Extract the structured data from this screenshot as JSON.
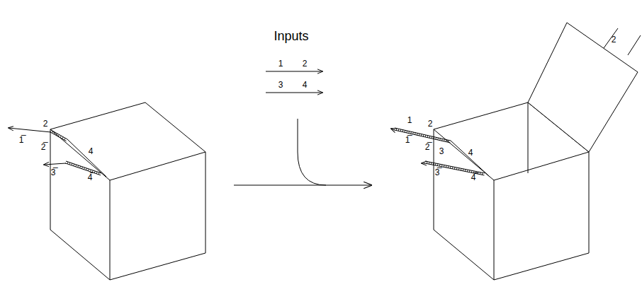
{
  "diagram": {
    "labels": [
      "Inputs",
      "1",
      "2",
      "3",
      "4",
      "2",
      "1̅",
      "2̅",
      "4",
      "3̅",
      "4̅",
      "1",
      "2",
      "1̅",
      "2̅",
      "3",
      "4",
      "3̅",
      "4̅",
      "2"
    ]
  }
}
